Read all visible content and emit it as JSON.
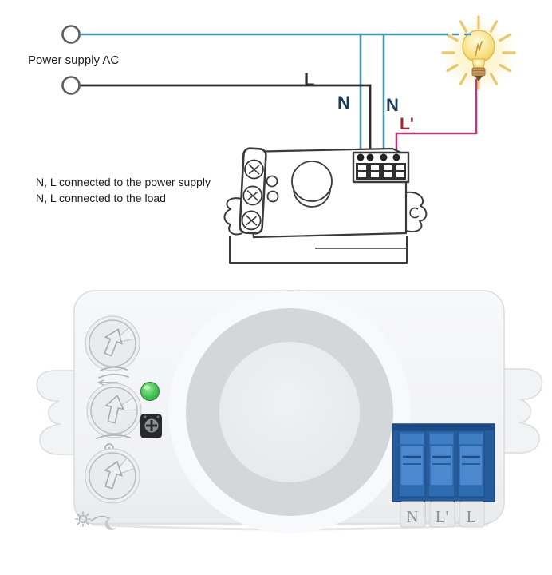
{
  "diagram": {
    "power_supply_label": "Power supply AC",
    "wire_labels": {
      "live": "L",
      "neutral_1": "N",
      "neutral_2": "N",
      "switched_live": "L'"
    },
    "notes": {
      "line1": "N, L connected to the power supply",
      "line2": "N, L connected to the load"
    },
    "colors": {
      "neutral_wire": "#4795ad",
      "live_wire": "#2e2e2e",
      "switched_wire": "#ad3f7e",
      "neutral_label": "#1b3c55",
      "live_label": "#2b2b2b",
      "switched_label": "#a8242f"
    }
  },
  "product": {
    "terminals": {
      "t1": "N",
      "t2": "L'",
      "t3": "L"
    },
    "colors": {
      "terminal_block": "#265c9c",
      "terminal_lever": "#4b88cd",
      "led_green": "#3cc04d",
      "body": "#f3f4f6",
      "dome_ring": "#d4d7da"
    }
  }
}
